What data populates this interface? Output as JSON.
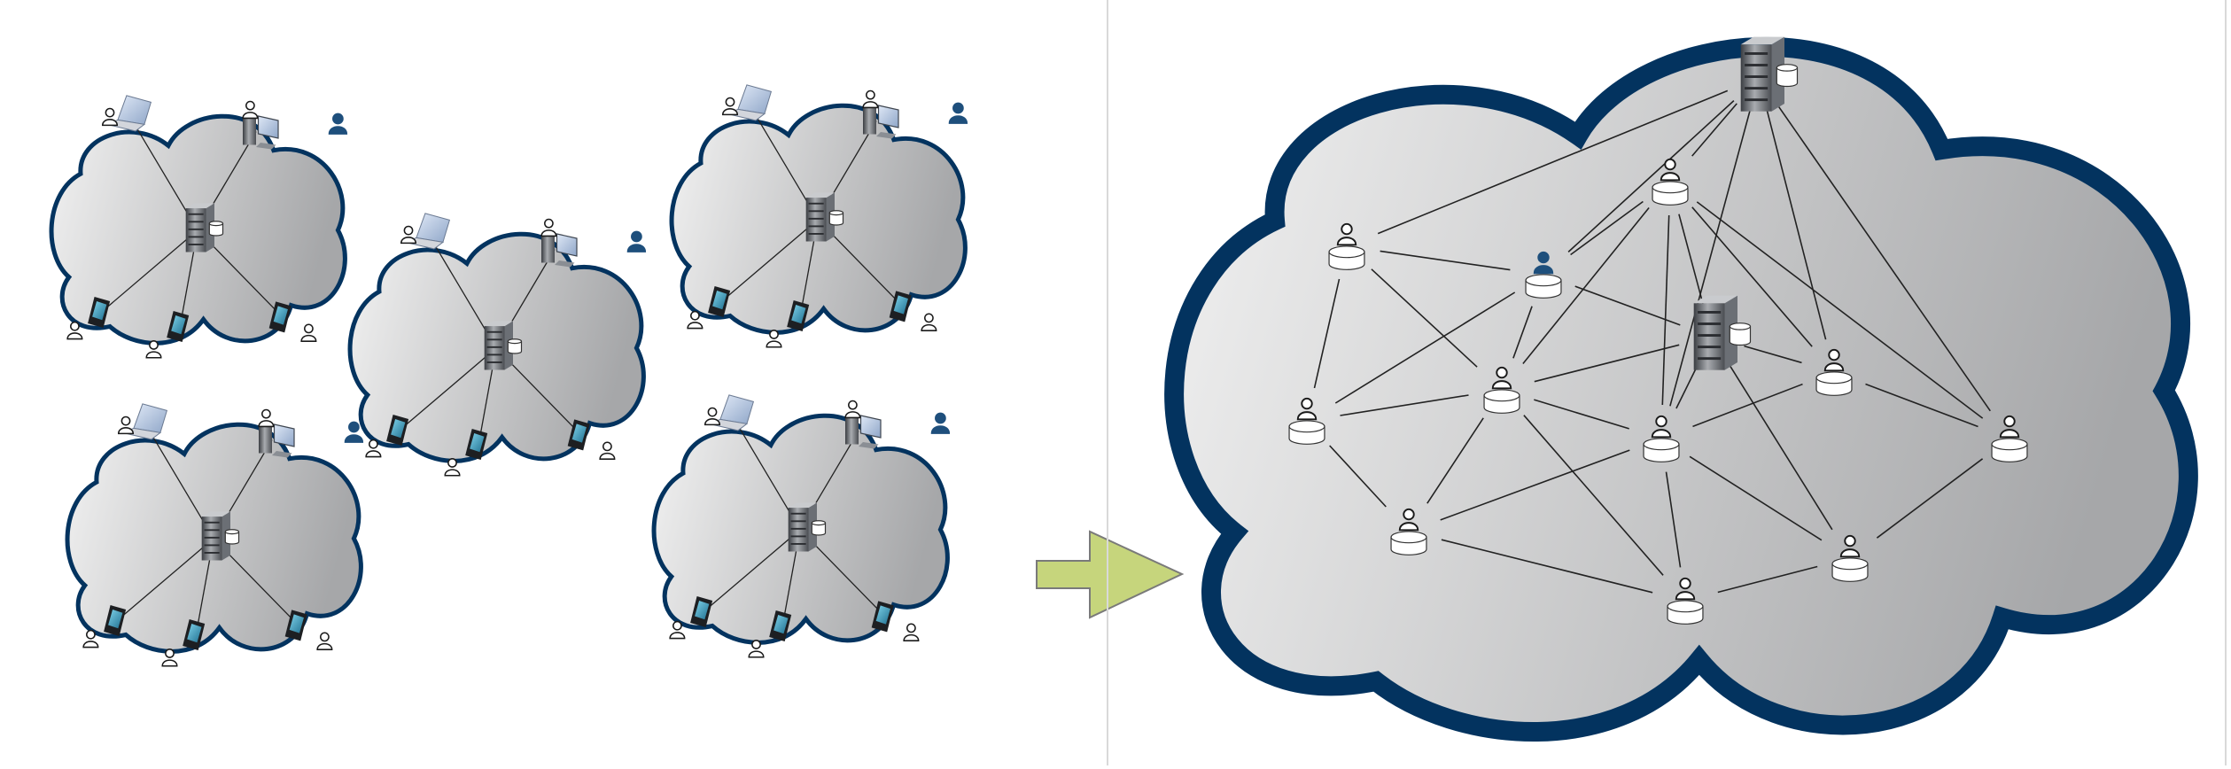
{
  "colors": {
    "cloud_outline": "#03335f",
    "cloud_fill_light": "#f2f2f2",
    "cloud_fill_dark": "#a6a7a9",
    "arrow_fill": "#c6d57c",
    "arrow_stroke": "#7a7a7a",
    "connector": "#222222",
    "user_highlight": "#1e4f7c",
    "divider": "#d9d9d9"
  },
  "icons": [
    "server-icon",
    "laptop-icon",
    "desktop-icon",
    "smartphone-icon",
    "user-icon",
    "database-icon",
    "arrow-right-icon",
    "cloud-shape"
  ],
  "diagram": {
    "left_panel": {
      "description_key": "isolated-clouds",
      "cloud_count": 5,
      "devices_per_cloud": [
        "server",
        "laptop",
        "desktop",
        "smartphone",
        "smartphone",
        "smartphone"
      ]
    },
    "right_panel": {
      "description_key": "unified-cloud",
      "server_count": 2,
      "user_node_count": 11
    }
  }
}
